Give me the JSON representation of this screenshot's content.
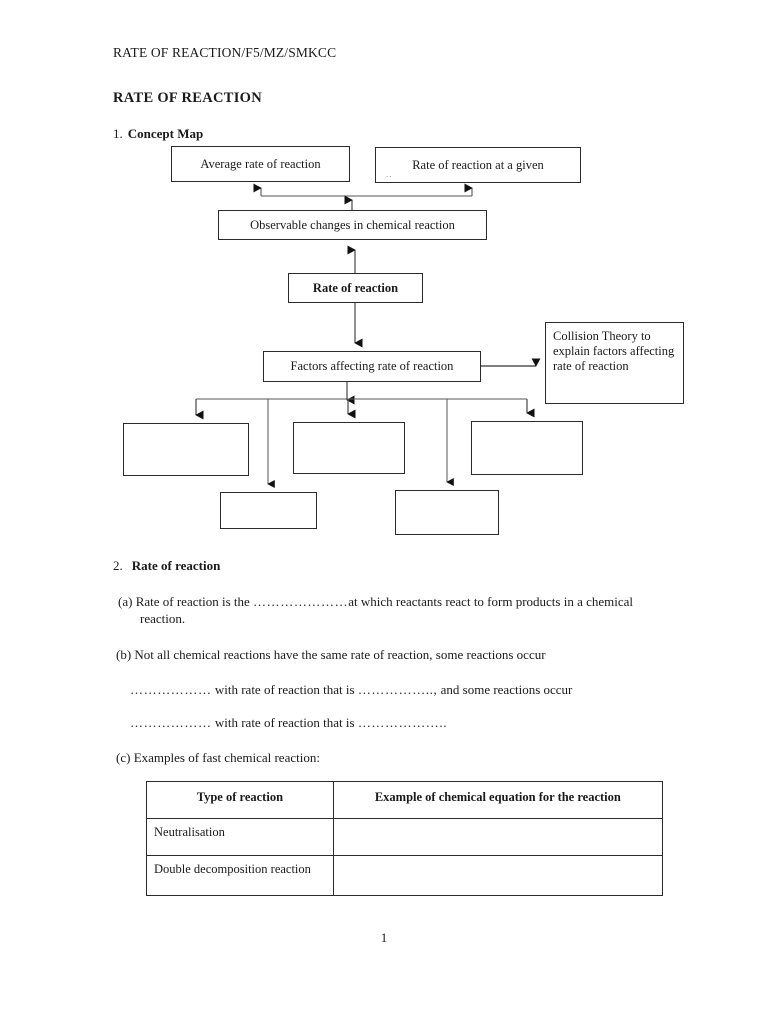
{
  "document": {
    "header": "RATE OF REACTION/F5/MZ/SMKCC",
    "title": "RATE OF REACTION",
    "page_number": "1"
  },
  "section1": {
    "number": "1.",
    "title": "Concept  Map",
    "concept_map": {
      "nodes": [
        {
          "id": "average",
          "label": "Average rate of reaction",
          "bold": false,
          "empty": false
        },
        {
          "id": "given",
          "label": "Rate of reaction at a given",
          "bold": false,
          "empty": false
        },
        {
          "id": "observable",
          "label": "Observable changes in chemical reaction",
          "bold": false,
          "empty": false
        },
        {
          "id": "rate",
          "label": "Rate of reaction",
          "bold": true,
          "empty": false
        },
        {
          "id": "factors",
          "label": "Factors affecting rate of reaction",
          "bold": false,
          "empty": false
        },
        {
          "id": "collision",
          "label": "Collision Theory to explain factors affecting rate of reaction",
          "bold": false,
          "empty": false
        },
        {
          "id": "empty-1",
          "label": "",
          "bold": false,
          "empty": true
        },
        {
          "id": "empty-2",
          "label": "",
          "bold": false,
          "empty": true
        },
        {
          "id": "empty-3",
          "label": "",
          "bold": false,
          "empty": true
        },
        {
          "id": "empty-4",
          "label": "",
          "bold": false,
          "empty": true
        },
        {
          "id": "empty-5",
          "label": "",
          "bold": false,
          "empty": true
        }
      ],
      "ghost_mark": ".."
    }
  },
  "section2": {
    "number": "2.",
    "title": "Rate of reaction",
    "items": {
      "a": {
        "marker": "(a)",
        "text_before": "Rate of reaction is the",
        "blank": "…………………",
        "text_after": "at which reactants react to form products in a chemical reaction."
      },
      "b": {
        "marker": "(b)",
        "line1": "Not all chemical reactions have the same rate of reaction, some reactions occur",
        "line2_blank1": "………………",
        "line2_mid": " with rate of reaction that is ",
        "line2_blank2": "……………..,",
        "line2_end": " and some reactions occur",
        "line3_blank1": "………………",
        "line3_mid": " with rate of reaction that is ",
        "line3_blank2": "……………….."
      },
      "c": {
        "marker": "(c)",
        "text": "Examples of fast chemical reaction:"
      }
    },
    "table": {
      "headers": [
        "Type of reaction",
        "Example of chemical equation for the reaction"
      ],
      "rows": [
        {
          "type": "Neutralisation",
          "example": ""
        },
        {
          "type": "Double decomposition reaction",
          "example": ""
        }
      ]
    }
  },
  "colors": {
    "text": "#1a1a1a",
    "border": "#2b2b2b",
    "arrow_thick": "#111111",
    "arrow_thin": "#555555",
    "background": "#ffffff"
  }
}
